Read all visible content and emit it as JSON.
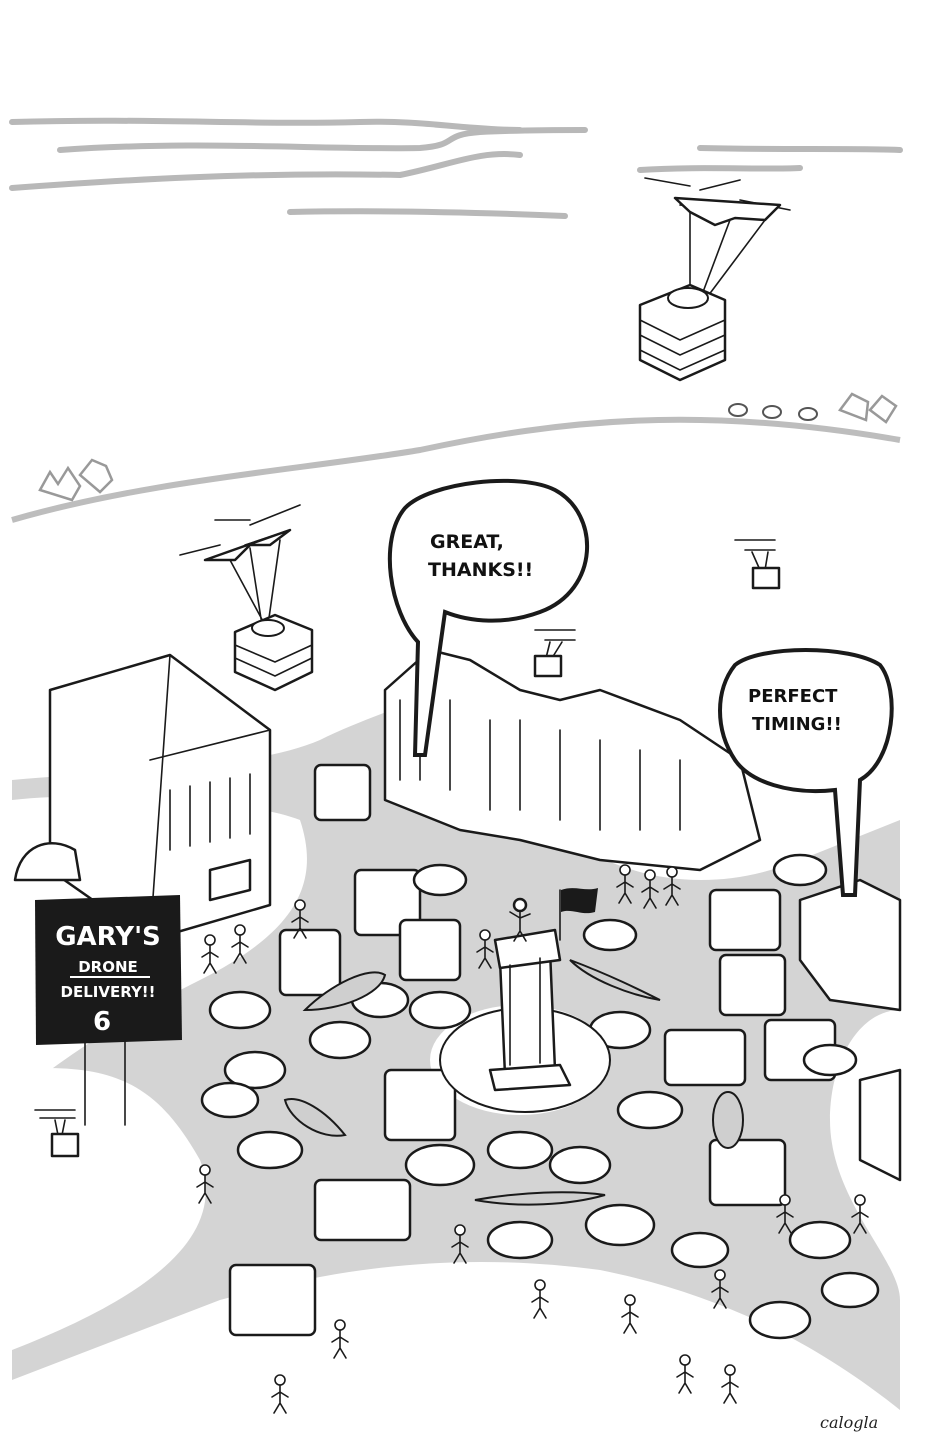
{
  "bubbles": {
    "left": {
      "line1": "GREAT,",
      "line2": "THANKS!!"
    },
    "right": {
      "line1": "PERFECT",
      "line2": "TIMING!!"
    }
  },
  "sign": {
    "line1": "GARY'S",
    "line2": "DRONE",
    "line3": "DELIVERY!!",
    "logo": "6"
  },
  "signature": "calogla",
  "icons": [
    "drone-icon",
    "pizza-box-icon",
    "speech-bubble-icon",
    "billboard-icon",
    "bus-icon",
    "car-icon",
    "stick-figure-icon",
    "tree-icon",
    "flag-icon"
  ],
  "colors": {
    "ink": "#1a1a1a",
    "road": "#d4d4d4",
    "sign": "#1a1a1a",
    "paper": "#ffffff"
  }
}
